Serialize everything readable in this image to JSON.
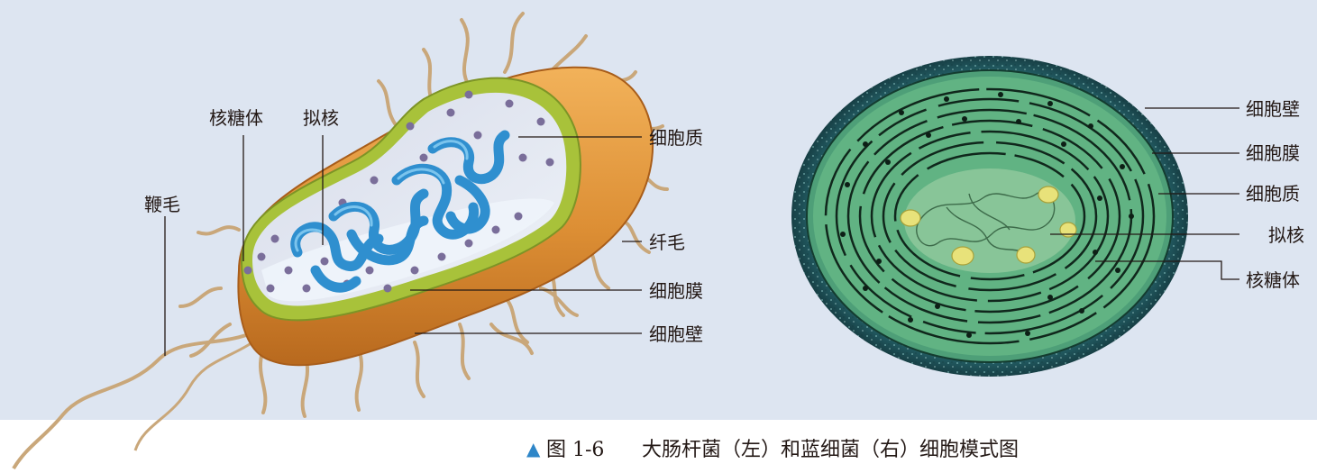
{
  "figure": {
    "caption": {
      "marker": "▲",
      "number": "图 1-6",
      "text": "大肠杆菌（左）和蓝细菌（右）细胞模式图"
    },
    "left_diagram": {
      "labels": {
        "ribosome": "核糖体",
        "nucleoid": "拟核",
        "flagellum": "鞭毛",
        "cytoplasm": "细胞质",
        "pilus": "纤毛",
        "cell_membrane": "细胞膜",
        "cell_wall": "细胞壁"
      }
    },
    "right_diagram": {
      "labels": {
        "cell_wall": "细胞壁",
        "cell_membrane": "细胞膜",
        "cytoplasm": "细胞质",
        "nucleoid": "拟核",
        "ribosome": "核糖体"
      }
    },
    "colors": {
      "background": "#dde5f1",
      "ecoli_wall": "#e0953a",
      "ecoli_membrane": "#a8c23a",
      "ecoli_cytoplasm": "#dde6f4",
      "nucleoid_blue": "#2f8fcf",
      "cyano_wall": "#1f5f66",
      "cyano_cytoplasm": "#5fb07f"
    }
  }
}
